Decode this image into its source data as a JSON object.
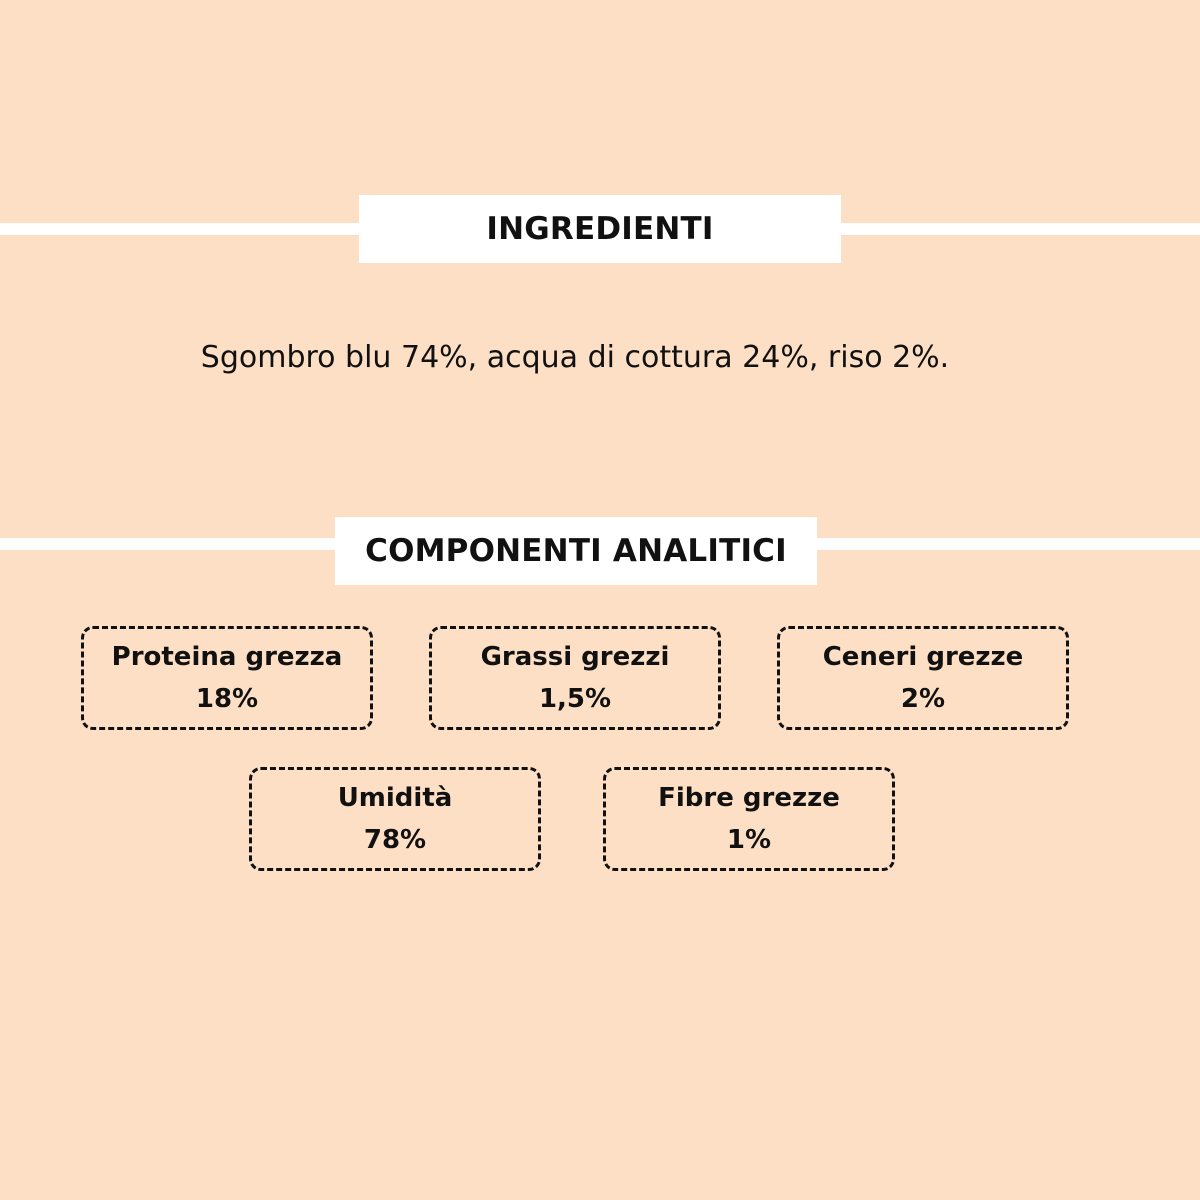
{
  "sections": {
    "ingredients": {
      "title": "INGREDIENTI",
      "text": "Sgombro blu 74%, acqua di cottura 24%, riso 2%."
    },
    "components": {
      "title": "COMPONENTI ANALITICI",
      "items": [
        {
          "name": "Proteina grezza",
          "value": "18%"
        },
        {
          "name": "Grassi grezzi",
          "value": "1,5%"
        },
        {
          "name": "Ceneri grezze",
          "value": "2%"
        },
        {
          "name": "Umidità",
          "value": "78%"
        },
        {
          "name": "Fibre grezze",
          "value": "1%"
        }
      ]
    }
  },
  "colors": {
    "background": "#FCDFC5",
    "label_background": "#FFFFFF",
    "text": "#111111",
    "border": "#111111"
  }
}
